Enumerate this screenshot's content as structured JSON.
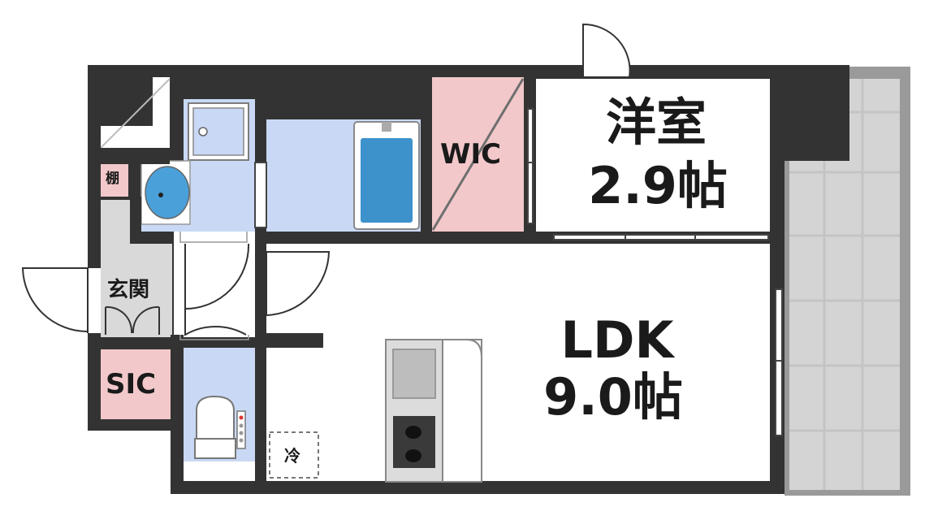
{
  "rooms": {
    "western": {
      "name": "洋室",
      "size": "2.9帖"
    },
    "ldk": {
      "name": "LDK",
      "size": "9.0帖"
    },
    "wic": {
      "name": "WIC"
    },
    "sic": {
      "name": "SIC"
    },
    "entrance": {
      "name": "玄関"
    },
    "shelf": {
      "name": "棚"
    },
    "fridge": {
      "name": "冷"
    }
  },
  "colors": {
    "wall": "#333333",
    "wet_area": "#c9d9f5",
    "storage": "#f2c8ca",
    "balcony": "#d4d4d4",
    "hall": "#d9d9d9",
    "bathtub": "#3d92cc",
    "sink": "#4aa0d8"
  }
}
